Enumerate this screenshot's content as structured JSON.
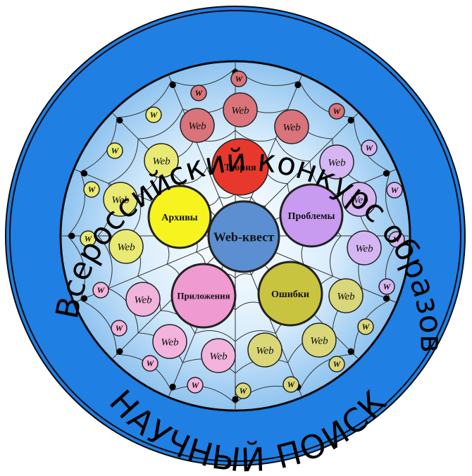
{
  "emblem": {
    "top_arc_text": "Всероссийский конкурс образовательных Web-квестов",
    "bottom_arc_text": "НАУЧНЫЙ ПОИСК",
    "center": {
      "label": "Web-квест",
      "color": "#5b8fd1"
    },
    "categories": [
      {
        "key": "theory",
        "label": "Теория",
        "color": "#e8372b"
      },
      {
        "key": "problems",
        "label": "Проблемы",
        "color": "#c89af0"
      },
      {
        "key": "errors",
        "label": "Ошибки",
        "color": "#c9c440"
      },
      {
        "key": "applications",
        "label": "Приложения",
        "color": "#ef9ad0"
      },
      {
        "key": "archives",
        "label": "Архивы",
        "color": "#f6f31f"
      }
    ],
    "web_label": "Web",
    "w_label": "W",
    "colors": {
      "ring": "#1f7fe3",
      "inner_bg_center": "#ffffff",
      "inner_bg_edge": "#9ccbf2",
      "red_group": "#d9747a",
      "violet_group": "#d5b6f2",
      "olive_group": "#d9d77a",
      "pink_group": "#f2b3dc",
      "yellow_group": "#e9ea74"
    }
  }
}
